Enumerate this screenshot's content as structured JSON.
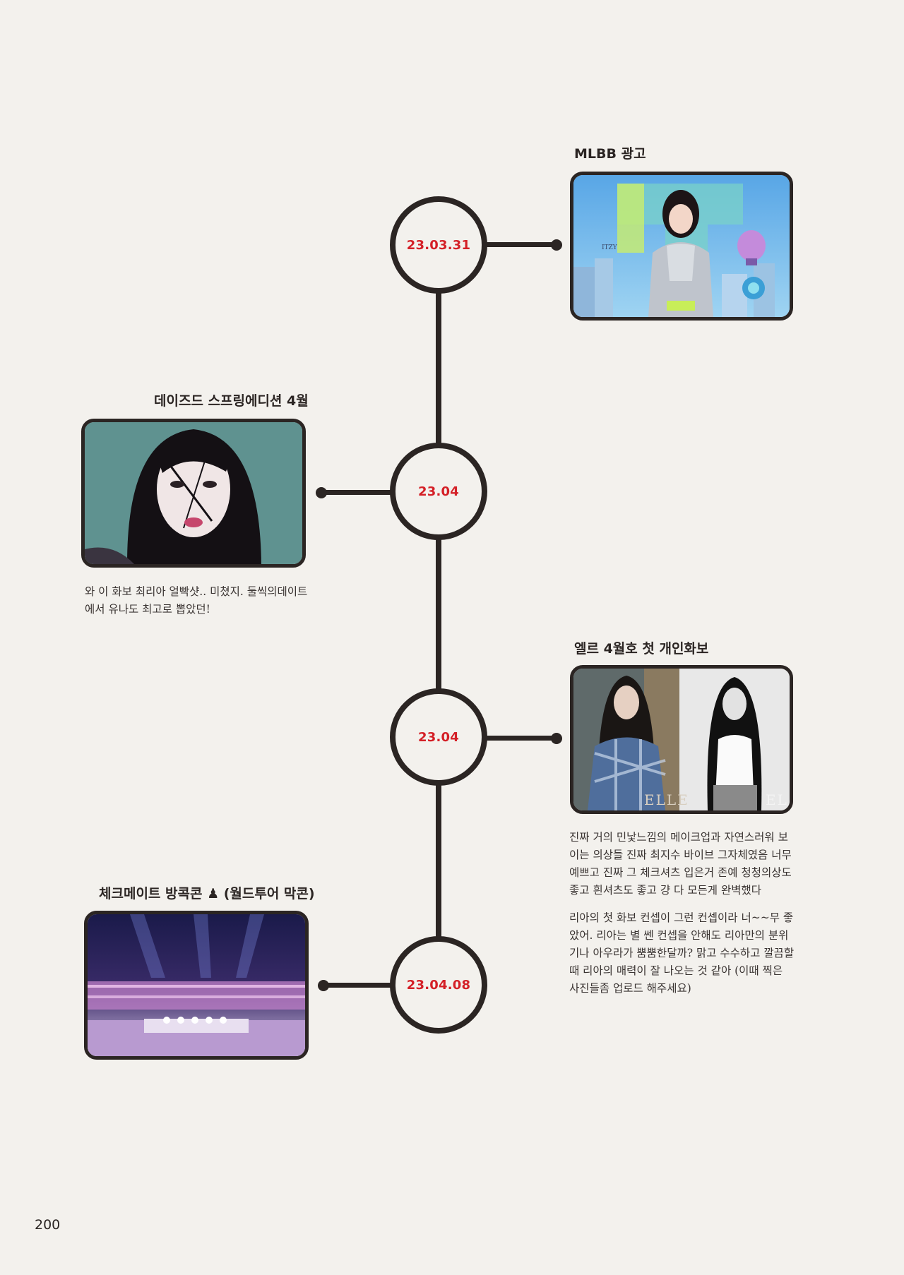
{
  "page_number": "200",
  "entries": [
    {
      "date": "23.03.31",
      "caption": "MLBB 광고",
      "description": []
    },
    {
      "date": "23.04",
      "caption": "데이즈드 스프링에디션 4월",
      "description": [
        "와 이 화보 최리아 얼빡샷.. 미쳤지. 둘씩의데이트에서 유나도 최고로 뽑았던!"
      ]
    },
    {
      "date": "23.04",
      "caption": "엘르 4월호 첫 개인화보",
      "description": [
        "진짜 거의 민낯느낌의 메이크업과 자연스러워 보이는 의상들 진짜 최지수 바이브 그자체였음 너무 예쁘고 진짜 그 체크셔츠 입은거 존예 청청의상도 좋고 흰셔츠도 좋고 걍 다 모든게 완벽했다",
        "리아의 첫 화보 컨셉이 그런 컨셉이라 너~~무 좋았어. 리아는 별 쎈 컨셉을 안해도 리아만의 분위기나 아우라가 뿜뿜한달까? 맑고 수수하고 깔끔할때 리아의 매력이 잘 나오는 것 같아 (이때 찍은 사진들좀 업로드 해주세요)"
      ]
    },
    {
      "date": "23.04.08",
      "caption": "체크메이트 방콕콘 ♟ (월드투어 막콘)",
      "description": []
    }
  ],
  "photo_texts": {
    "mlbb_brand": "ITZY",
    "elle_logo_left": "ELLE",
    "elle_logo_right": "EL"
  },
  "colors": {
    "background": "#f3f1ed",
    "line": "#2b2523",
    "date_text": "#d42027"
  }
}
